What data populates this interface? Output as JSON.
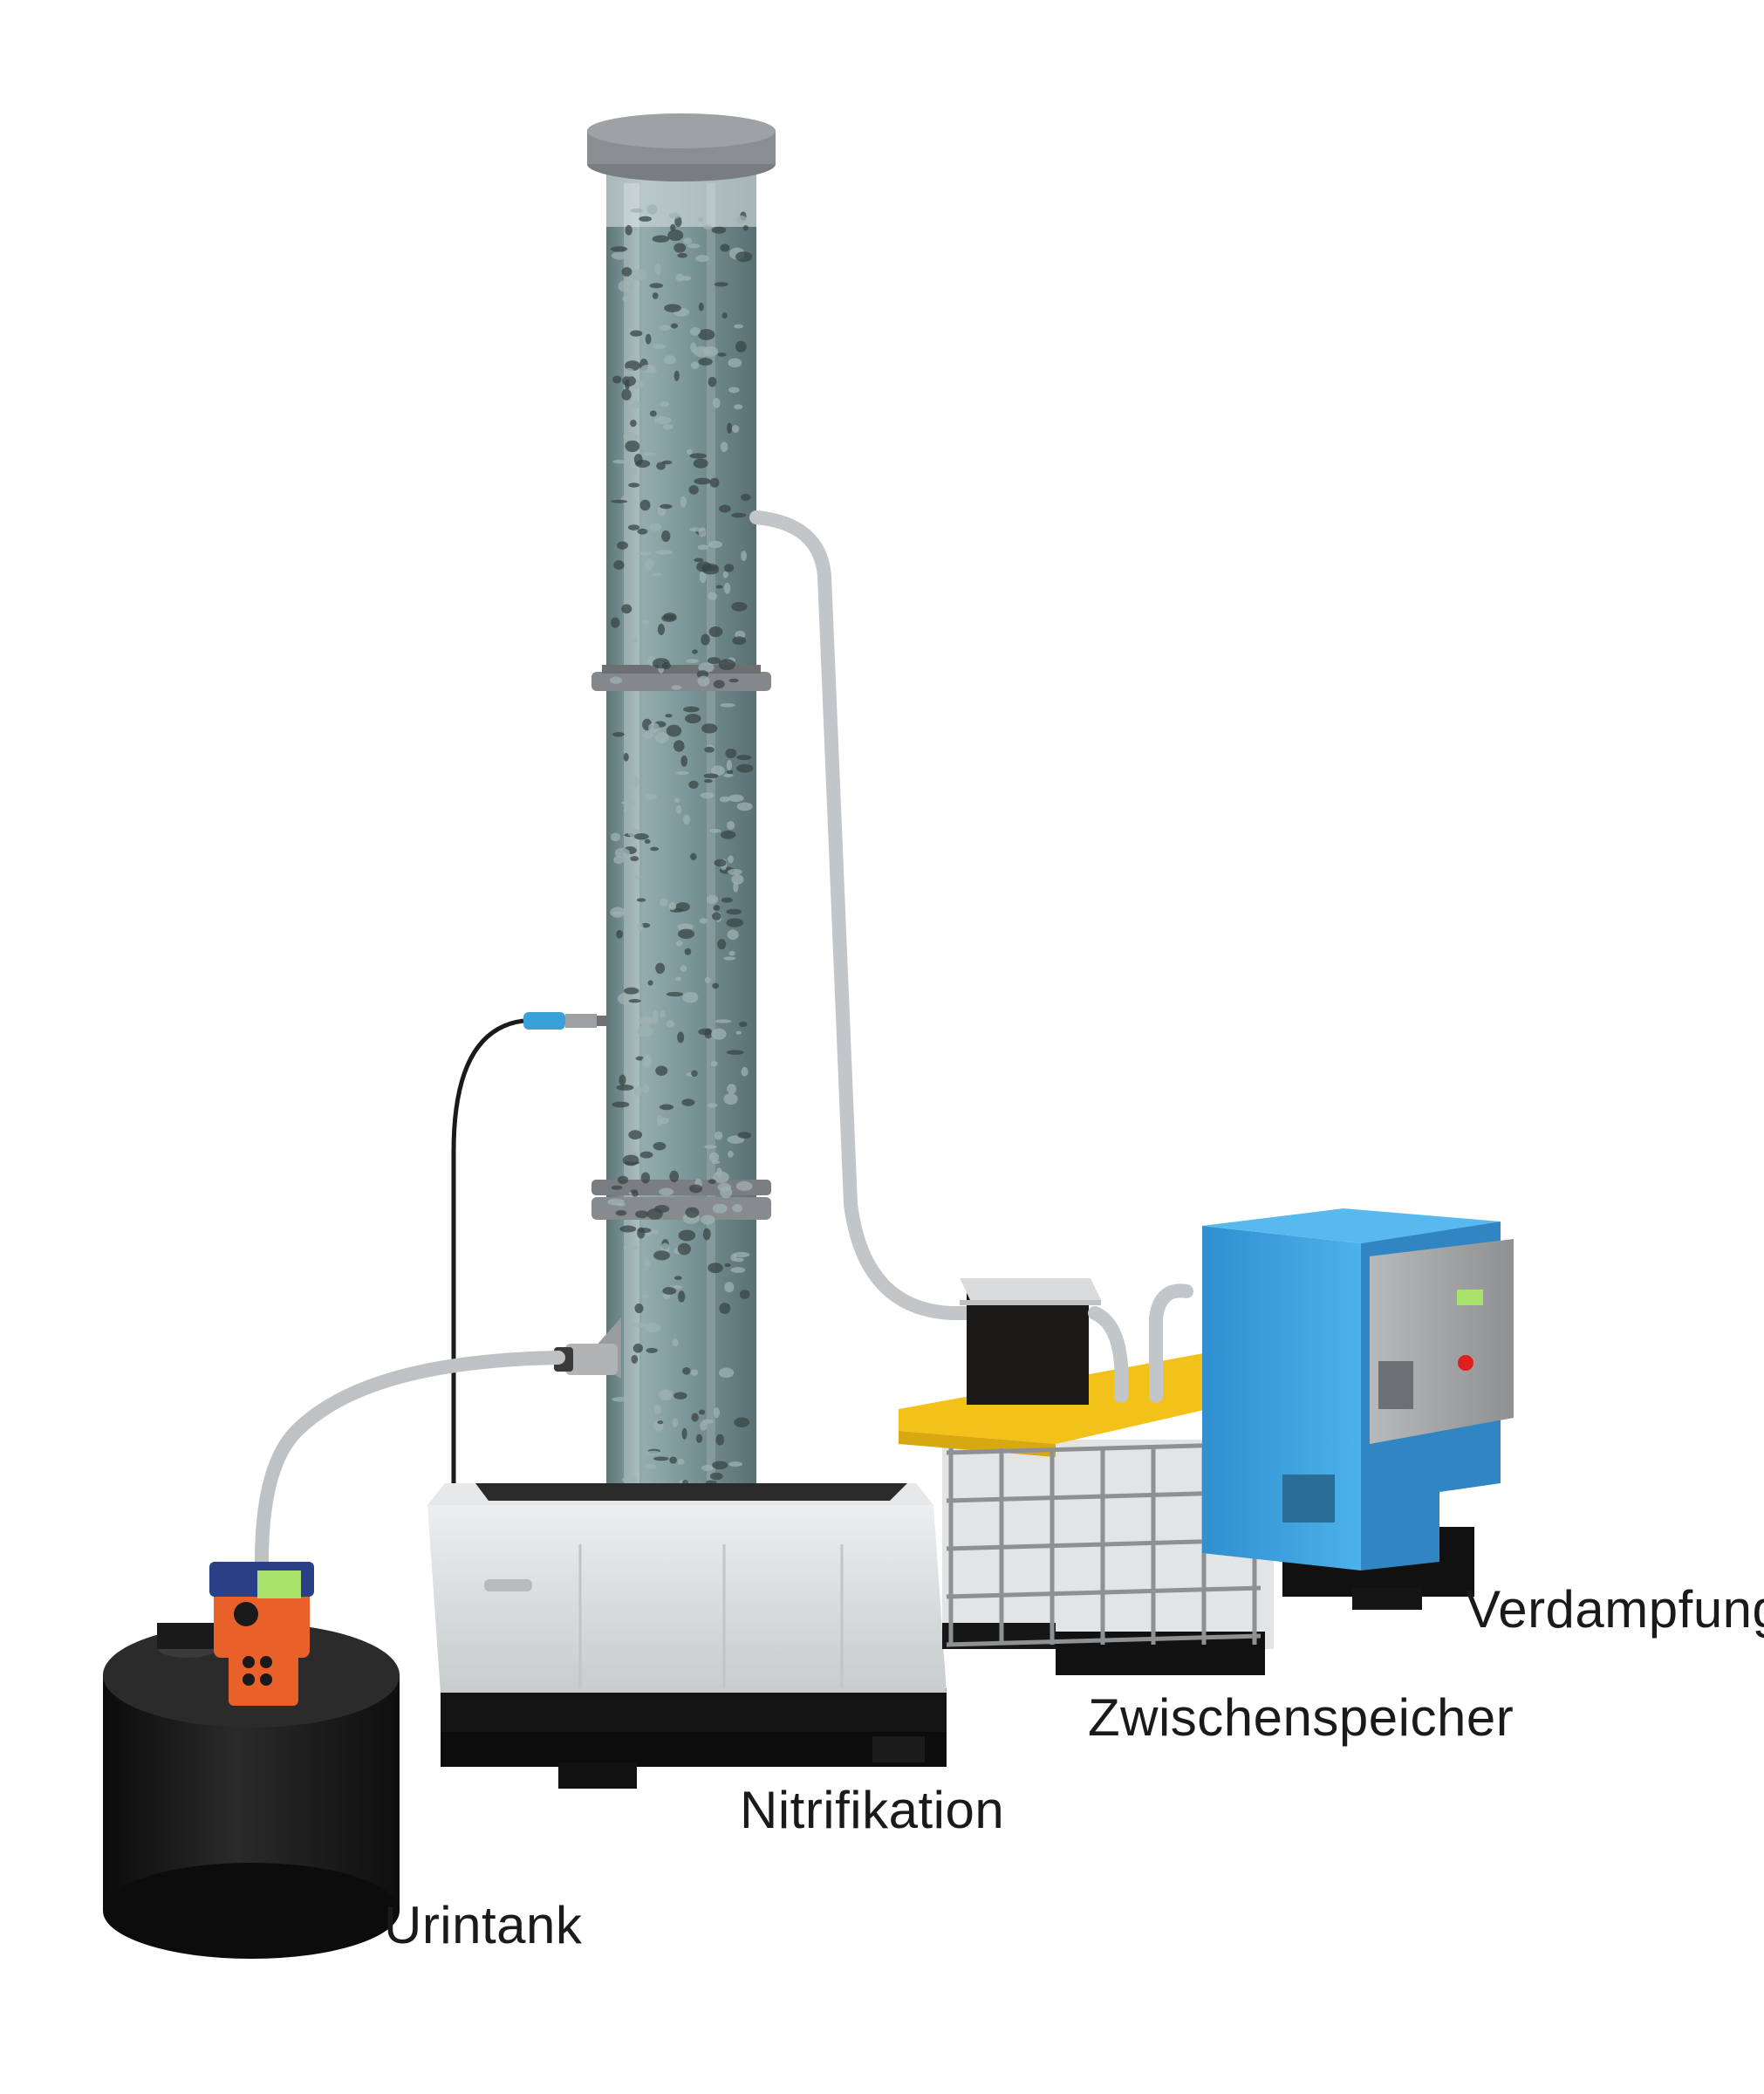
{
  "labels": {
    "urintank": "Urintank",
    "nitrifikation": "Nitrifikation",
    "zwischenspeicher": "Zwischenspeicher",
    "verdampfung": "Verdampfung"
  },
  "colors": {
    "water": "#6f8c8f",
    "crate": "#dcdfe0",
    "pallet": "#1c1c1c",
    "tank": "#141414",
    "pump_orange": "#e8602a",
    "pump_blue": "#2a3f86",
    "display_green": "#a9e26a",
    "ibc_lid": "#f2c21a",
    "cabinet_blue": "#39a3e0",
    "cabinet_grey": "#9a9c9e",
    "hose": "#c9cbcc"
  }
}
